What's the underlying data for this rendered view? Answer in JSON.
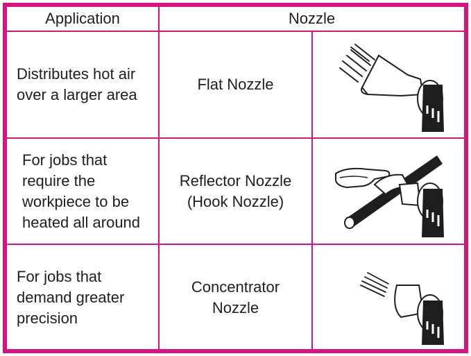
{
  "table": {
    "headers": {
      "application": "Application",
      "nozzle": "Nozzle"
    },
    "rows": [
      {
        "application_lines": [
          "Distributes hot air",
          "over a larger area"
        ],
        "nozzle_lines": [
          "Flat Nozzle"
        ],
        "image_icon": "flat-nozzle-illustration"
      },
      {
        "application_lines": [
          "For jobs that",
          "require the",
          "workpiece to be",
          "heated all around"
        ],
        "nozzle_lines": [
          "Reflector Nozzle",
          "(Hook Nozzle)"
        ],
        "image_icon": "reflector-nozzle-illustration"
      },
      {
        "application_lines": [
          "For jobs that",
          "demand greater",
          "precision"
        ],
        "nozzle_lines": [
          "Concentrator",
          "Nozzle"
        ],
        "image_icon": "concentrator-nozzle-illustration"
      }
    ]
  },
  "colors": {
    "border": "#d4147f",
    "text": "#1e1e1e"
  }
}
